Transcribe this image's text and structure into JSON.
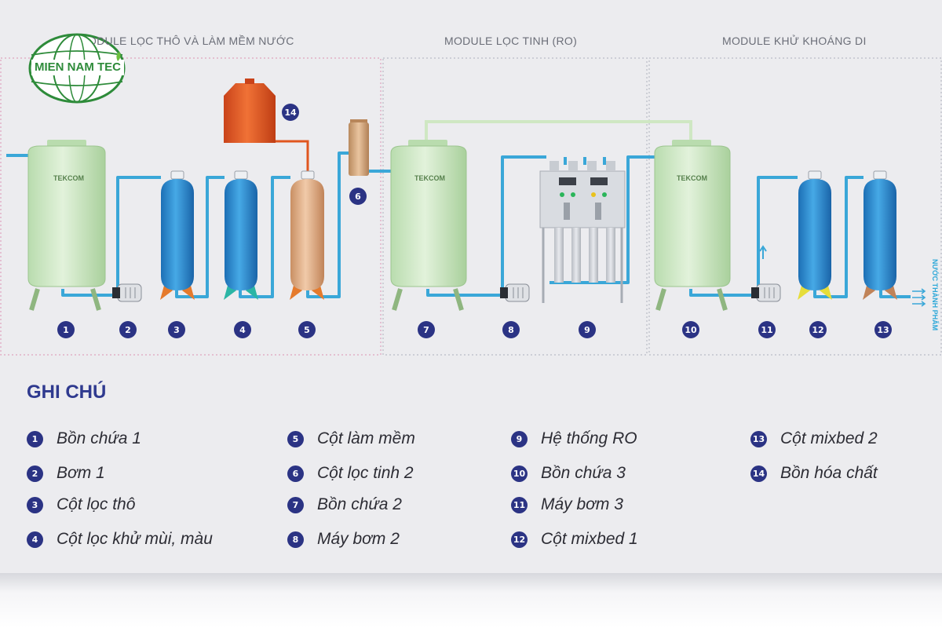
{
  "logo": {
    "text": "MIEN NAM TEC"
  },
  "modules": [
    {
      "title": "MODULE LỌC THÔ VÀ LÀM MỀM NƯỚC"
    },
    {
      "title": "MODULE LỌC TINH (RO)"
    },
    {
      "title": "MODULE KHỬ KHOÁNG DI"
    }
  ],
  "tank_brand": "TEKCOM",
  "outlet_label": "NƯỚC THÀNH PHẨM",
  "legend": {
    "title": "GHI CHÚ",
    "items": [
      {
        "num": "1",
        "label": "Bồn chứa 1"
      },
      {
        "num": "2",
        "label": "Bơm 1"
      },
      {
        "num": "3",
        "label": "Cột lọc thô"
      },
      {
        "num": "4",
        "label": "Cột lọc khử mùi, màu"
      },
      {
        "num": "5",
        "label": "Cột làm mềm"
      },
      {
        "num": "6",
        "label": "Cột lọc tinh 2"
      },
      {
        "num": "7",
        "label": "Bồn chứa 2"
      },
      {
        "num": "8",
        "label": "Máy bơm 2"
      },
      {
        "num": "9",
        "label": "Hệ thống RO"
      },
      {
        "num": "10",
        "label": "Bồn chứa 3"
      },
      {
        "num": "11",
        "label": "Máy bơm 3"
      },
      {
        "num": "12",
        "label": "Cột mixbed 1"
      },
      {
        "num": "13",
        "label": "Cột mixbed 2"
      },
      {
        "num": "14",
        "label": "Bồn hóa chất"
      }
    ]
  },
  "colors": {
    "pipe": "#3aa7d8",
    "tank_green": "#cfe8c4",
    "column_blue": "#2d8fd0",
    "column_tan": "#e6b793",
    "chem_tank": "#e0561f",
    "badge": "#2b3384",
    "legend_title": "#2f3a8f",
    "logo_green": "#2e8b3a"
  }
}
